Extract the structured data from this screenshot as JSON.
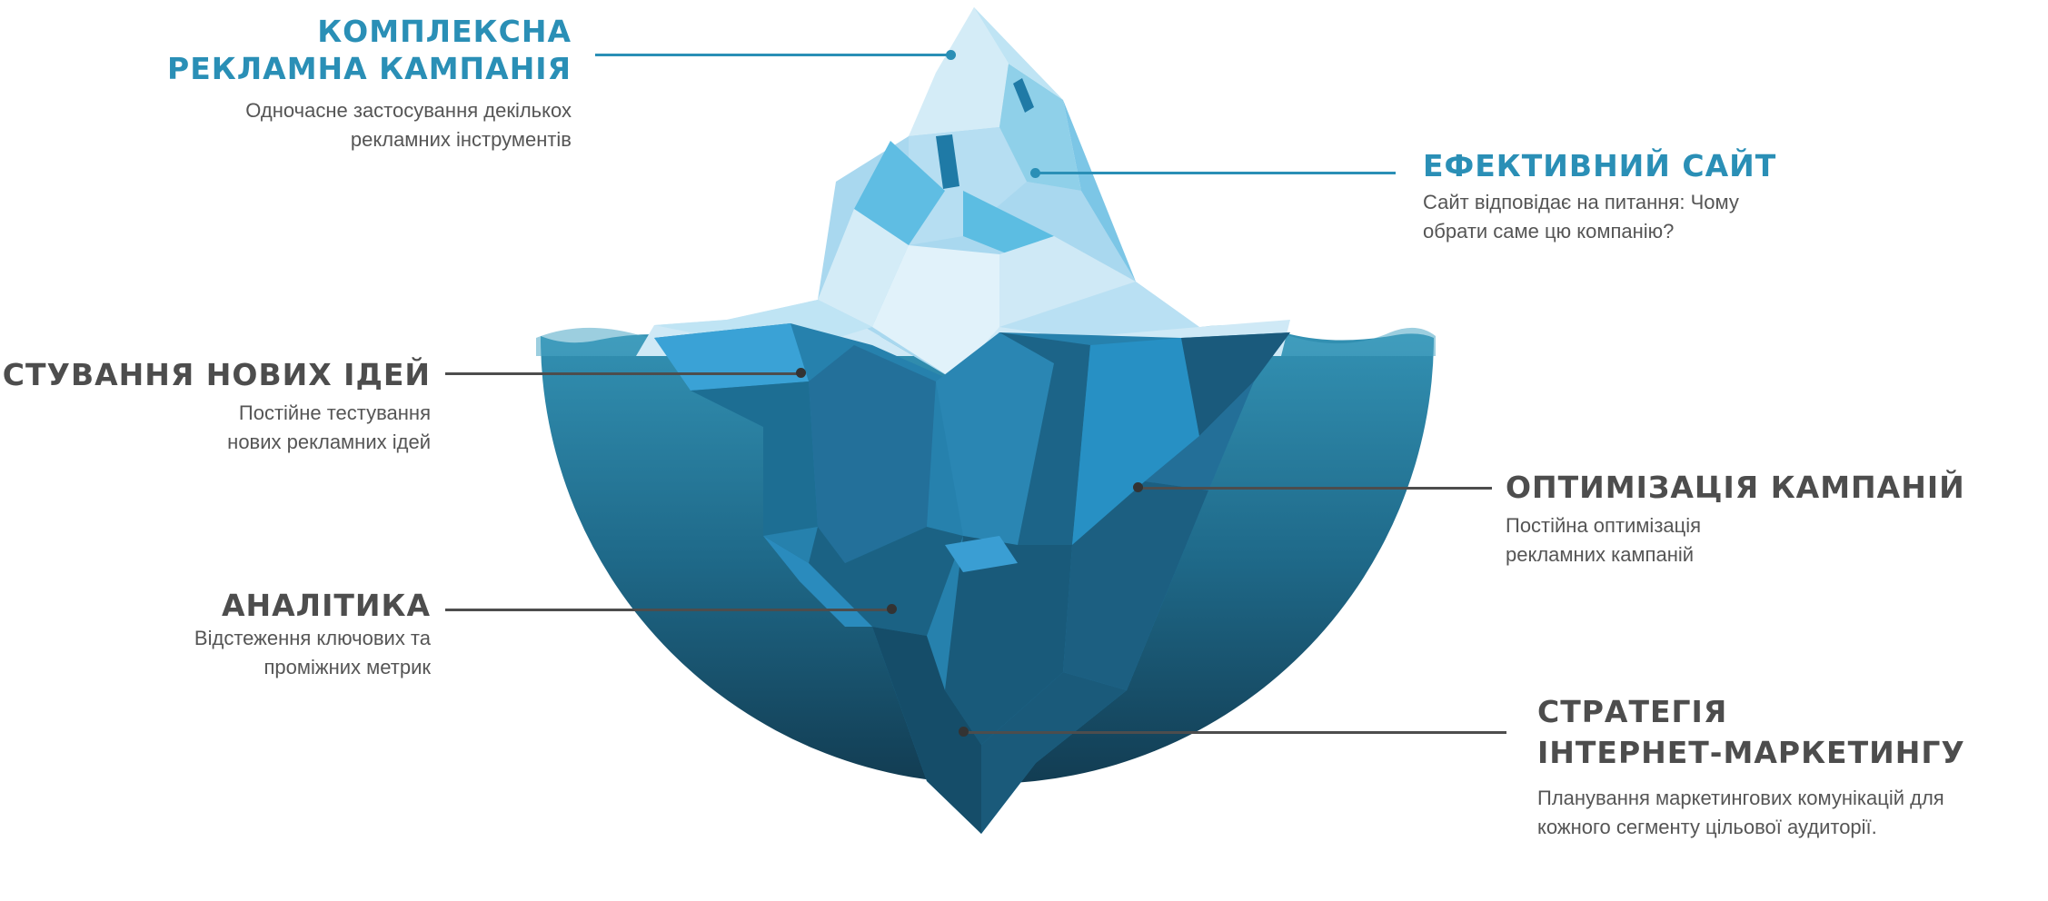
{
  "colors": {
    "blue_title": "#2a8fb6",
    "gray_title": "#4d4d4d",
    "text": "#555555",
    "water_top": "#3392b4",
    "water_bottom": "#123c52",
    "ice_light": "#d4ecf7",
    "ice_mid": "#a9d8ef"
  },
  "labels": [
    {
      "id": "complex-campaign",
      "title_lines": [
        "КОМПЛЕКСНА",
        "РЕКЛАМНА КАМПАНІЯ"
      ],
      "desc_lines": [
        "Одночасне застосування декількох",
        "рекламних інструментів"
      ]
    },
    {
      "id": "effective-site",
      "title_lines": [
        "ЕФЕКТИВНИЙ САЙТ"
      ],
      "desc_lines": [
        "Сайт відповідає на питання: Чому",
        "обрати саме цю компанію?"
      ]
    },
    {
      "id": "testing-ideas",
      "title_lines": [
        "ТЕСТУВАННЯ НОВИХ ІДЕЙ"
      ],
      "desc_lines": [
        "Постійне тестування",
        "нових рекламних ідей"
      ]
    },
    {
      "id": "optimization",
      "title_lines": [
        "ОПТИМІЗАЦІЯ КАМПАНІЙ"
      ],
      "desc_lines": [
        "Постійна оптимізація",
        "рекламних кампаній"
      ]
    },
    {
      "id": "analytics",
      "title_lines": [
        "АНАЛІТИКА"
      ],
      "desc_lines": [
        "Відстеження ключових та",
        "проміжних метрик"
      ]
    },
    {
      "id": "strategy",
      "title_lines": [
        "СТРАТЕГІЯ",
        "ІНТЕРНЕТ-МАРКЕТИНГУ"
      ],
      "desc_lines": [
        "Планування маркетингових комунікацій для",
        "кожного сегменту цільової аудиторії."
      ]
    }
  ]
}
